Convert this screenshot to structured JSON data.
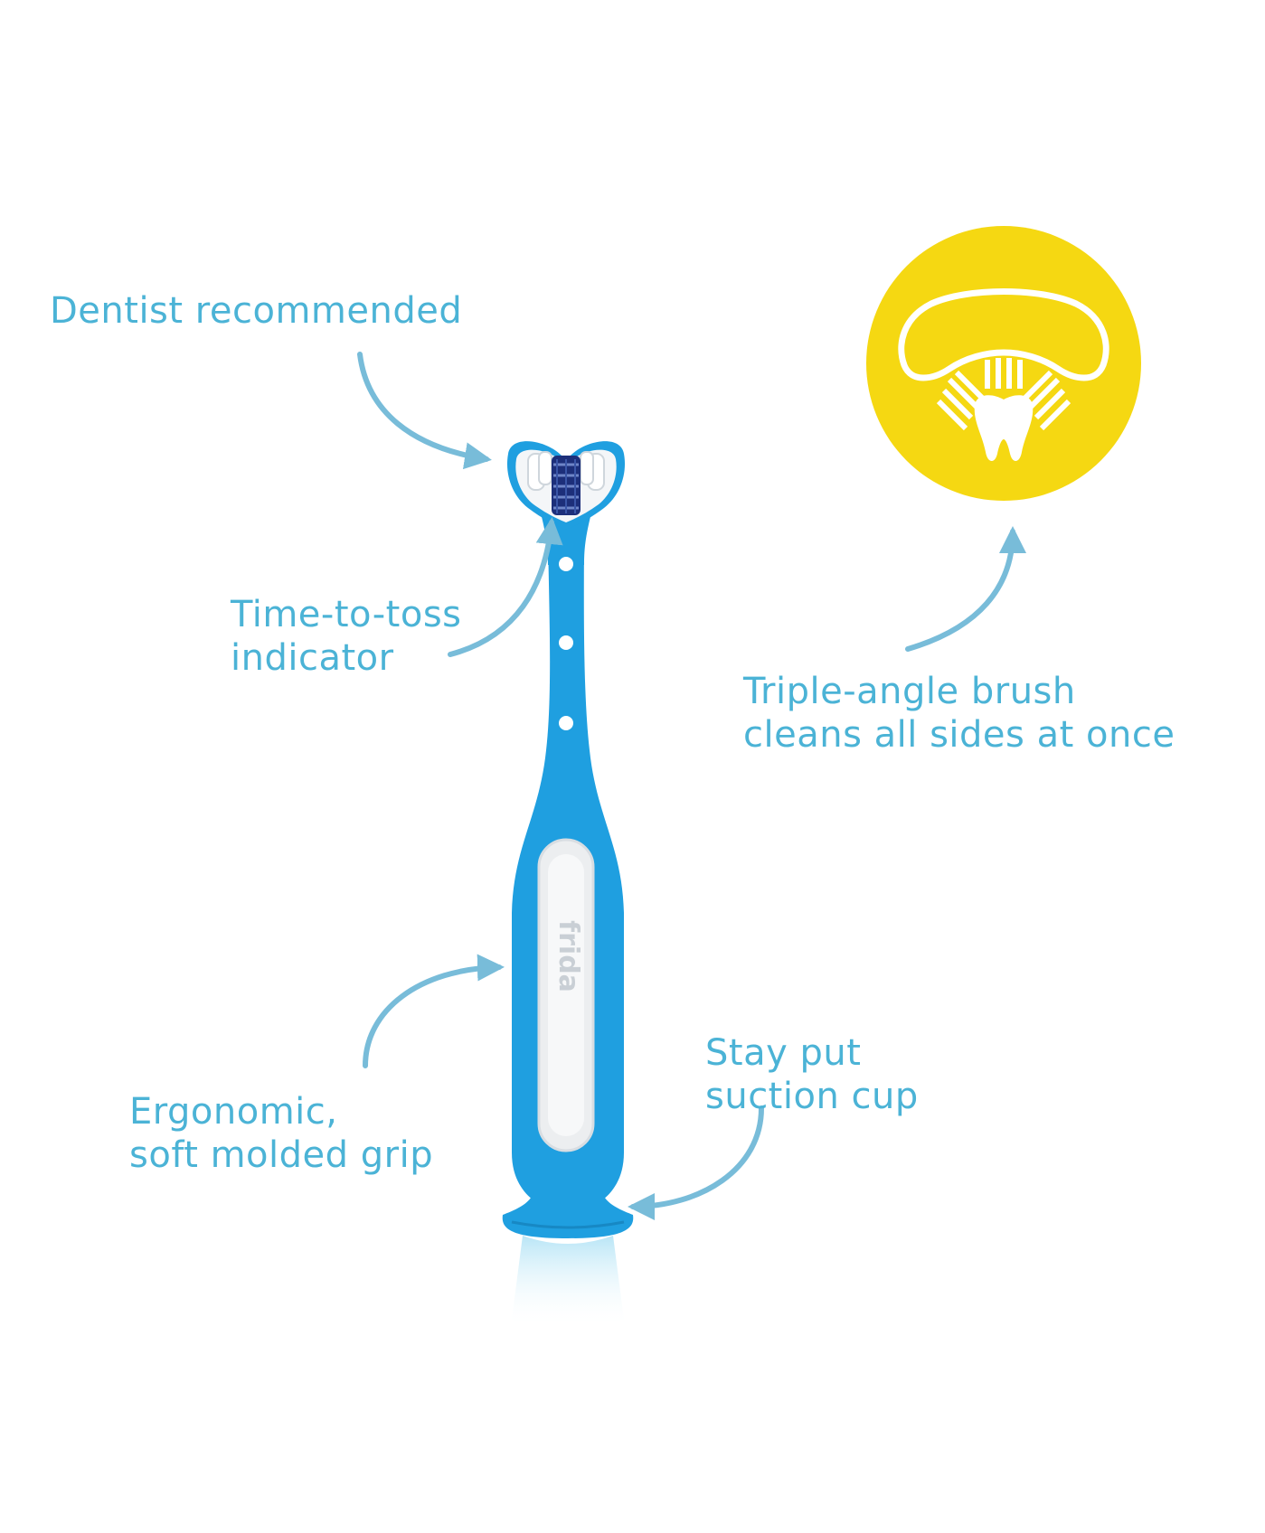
{
  "colors": {
    "label_blue": "#4bb3d6",
    "arrow_blue": "#78bcd9",
    "brush_blue": "#1f9fe0",
    "grip_white": "#eceef0",
    "badge_yellow": "#f5d812",
    "bristle_navy": "#1d2f7a"
  },
  "icons": {
    "badge": "triple-angle-brush-tooth-icon"
  },
  "brand": "frida",
  "callouts": {
    "dentist": [
      "Dentist recommended"
    ],
    "toss": [
      "Time-to-toss",
      "indicator"
    ],
    "triple": [
      "Triple-angle brush",
      "cleans all sides at once"
    ],
    "grip": [
      "Ergonomic,",
      "soft molded grip"
    ],
    "suction": [
      "Stay put",
      "suction cup"
    ]
  }
}
